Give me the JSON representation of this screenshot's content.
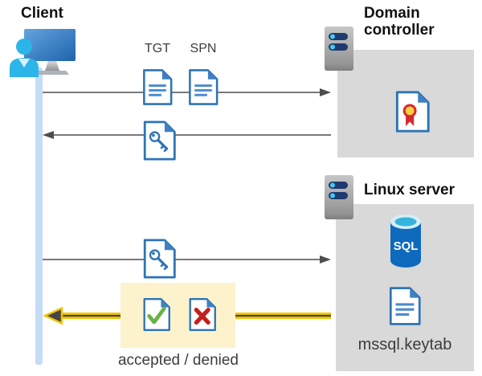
{
  "actors": {
    "client": {
      "label": "Client"
    },
    "domain_controller": {
      "label_line1": "Domain",
      "label_line2": "controller"
    },
    "linux_server": {
      "label": "Linux server"
    }
  },
  "artifacts": {
    "tgt_label": "TGT",
    "spn_label": "SPN",
    "sql_label": "SQL",
    "keytab_label": "mssql.keytab"
  },
  "flow": {
    "result_label": "accepted / denied"
  },
  "colors": {
    "doc_border_blue": "#2e74b5",
    "doc_line_blue": "#4a8bd0",
    "person_cyan": "#2cb5e8",
    "timeline_blue": "#c4dcf6",
    "box_gray": "#d9d9d9",
    "highlight_yellow": "#fcf3cd",
    "arrow_gray": "#4d4d4d",
    "arrow_yellow": "#f2c500",
    "check_green": "#67b346",
    "cross_red": "#c21f1f",
    "server_bar_navy": "#1e3a6e",
    "server_dot_cyan": "#45c8f5",
    "sql_body_blue": "#0e6abd",
    "sql_top_cyan": "#35b4dd",
    "cert_seal_red": "#d7282f",
    "cert_seal_yellow": "#fccf3f"
  }
}
